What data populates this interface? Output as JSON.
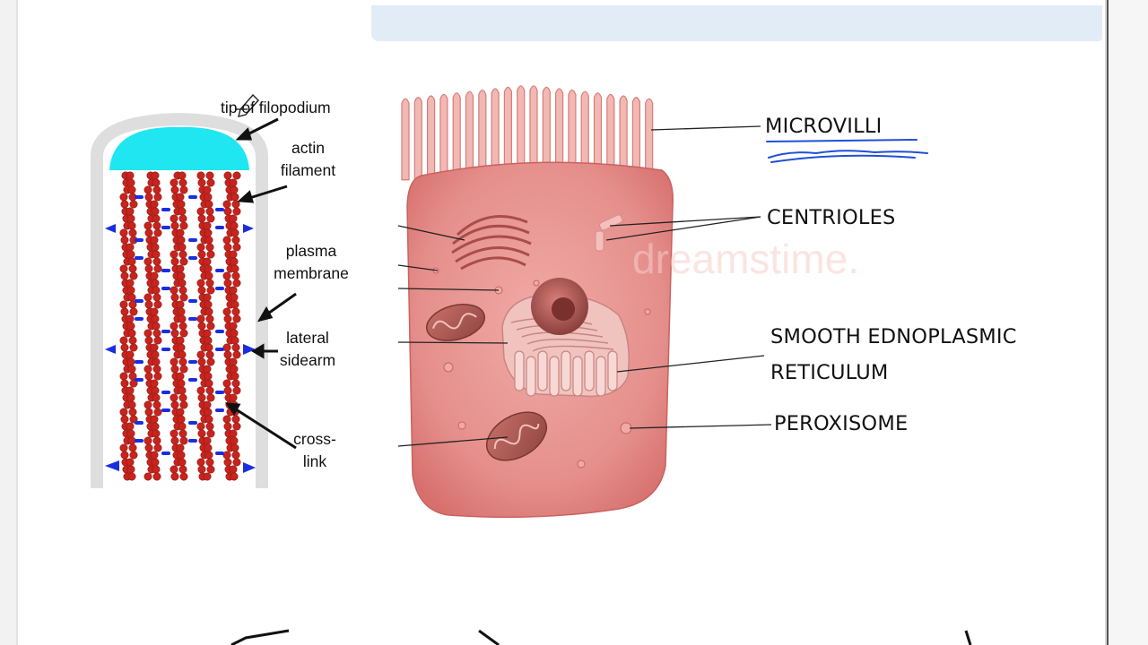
{
  "filopodium": {
    "labels": {
      "tip": "tip of filopodium",
      "actin": "actin\nfilament",
      "membrane": "plasma\nmembrane",
      "sidearm": "lateral\nsidearm",
      "crosslink": "cross-\nlink"
    }
  },
  "cell": {
    "labels": {
      "microvilli": "MICROVILLI",
      "centrioles": "CENTRIOLES",
      "ser": "SMOOTH EDNOPLASMIC\nRETICULUM",
      "peroxisome": "PEROXISOME"
    },
    "watermark": "dreamstime."
  },
  "colors": {
    "cap": "#1fe6f0",
    "actin": "#c8241d",
    "sidearm": "#1a2ee0",
    "membrane": "#dedede",
    "cell_body": "#e58f8c",
    "annotation_ink": "#1f4fd6"
  }
}
